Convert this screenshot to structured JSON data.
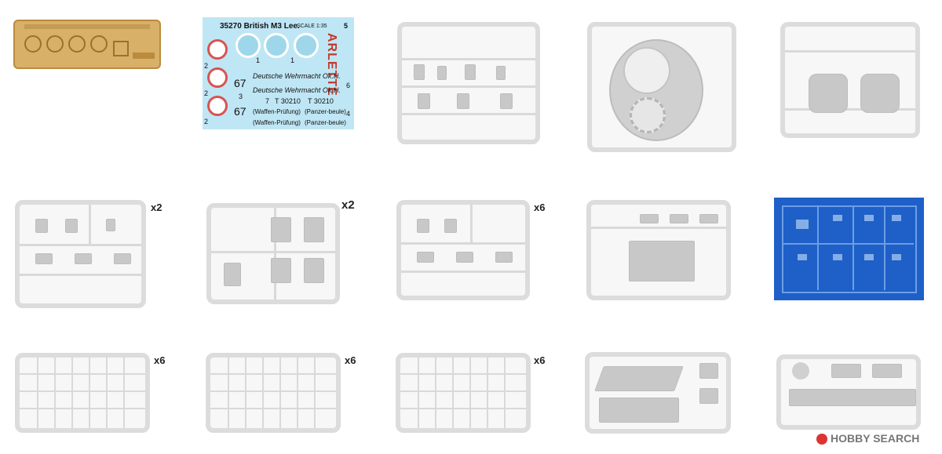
{
  "decal": {
    "title": "35270 British M3 Lee.",
    "scale": "SCALE 1:35",
    "arlette": "ARLETTE",
    "num5": "5",
    "num1a": "1",
    "num1b": "1",
    "num2a": "2",
    "num2b": "2",
    "num2c": "2",
    "num3": "3",
    "num67a": "67",
    "num67b": "67",
    "line1": "Deutsche Wehrmacht Ok.H.",
    "num6": "6",
    "line2": "Deutsche Wehrmacht Ok.H.",
    "num7": "7",
    "t1": "T 30210",
    "t2": "T 30210",
    "line3a": "(Waffen-Prüfung)",
    "line3b": "(Panzer-beule)",
    "num4": "4",
    "line4a": "(Waffen-Prüfung)",
    "line4b": "(Panzer-beule)"
  },
  "multipliers": {
    "r2c1": "x2",
    "r2c2": "x2",
    "r2c3": "x6",
    "r3c1": "x6",
    "r3c2": "x6",
    "r3c3": "x6"
  },
  "watermark": {
    "text": "HOBBY SEARCH"
  }
}
